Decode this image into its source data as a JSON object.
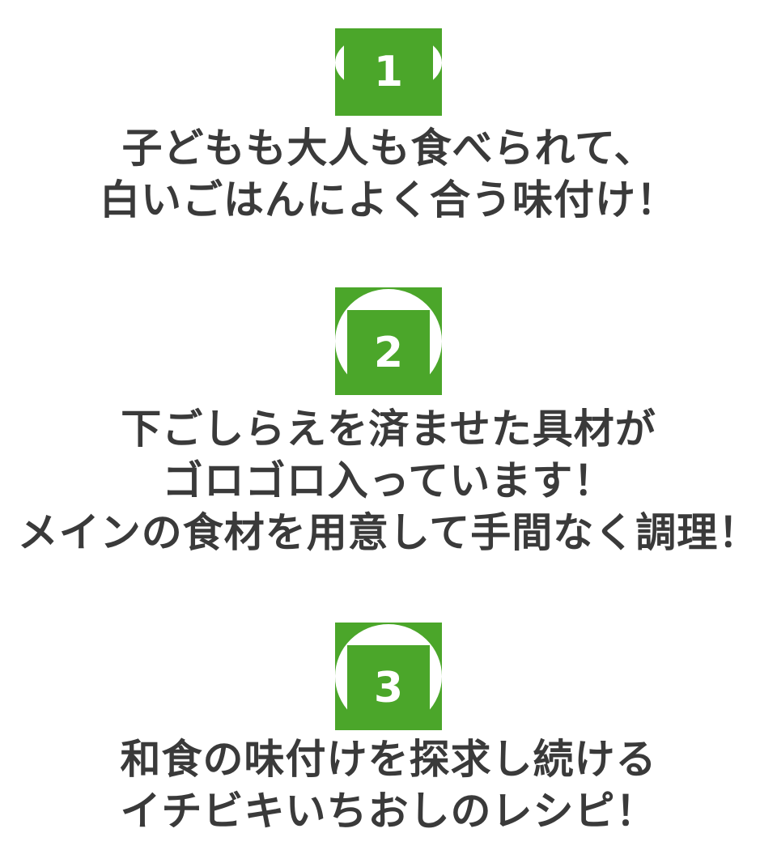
{
  "theme": {
    "accent_green": "#4ba62a",
    "text_color": "#3a3a3a",
    "badge_number_color": "#ffffff",
    "page_bg": "#ffffff"
  },
  "points": [
    {
      "number": "1",
      "lines": [
        "子どもも大人も食べられて、",
        "白いごはんによく合う味付け！"
      ]
    },
    {
      "number": "2",
      "lines": [
        "下ごしらえを済ませた具材が",
        "ゴロゴロ入っています！",
        "メインの食材を用意して手間なく調理！"
      ]
    },
    {
      "number": "3",
      "lines": [
        "和食の味付けを探求し続ける",
        "イチビキいちおしのレシピ！"
      ]
    }
  ]
}
